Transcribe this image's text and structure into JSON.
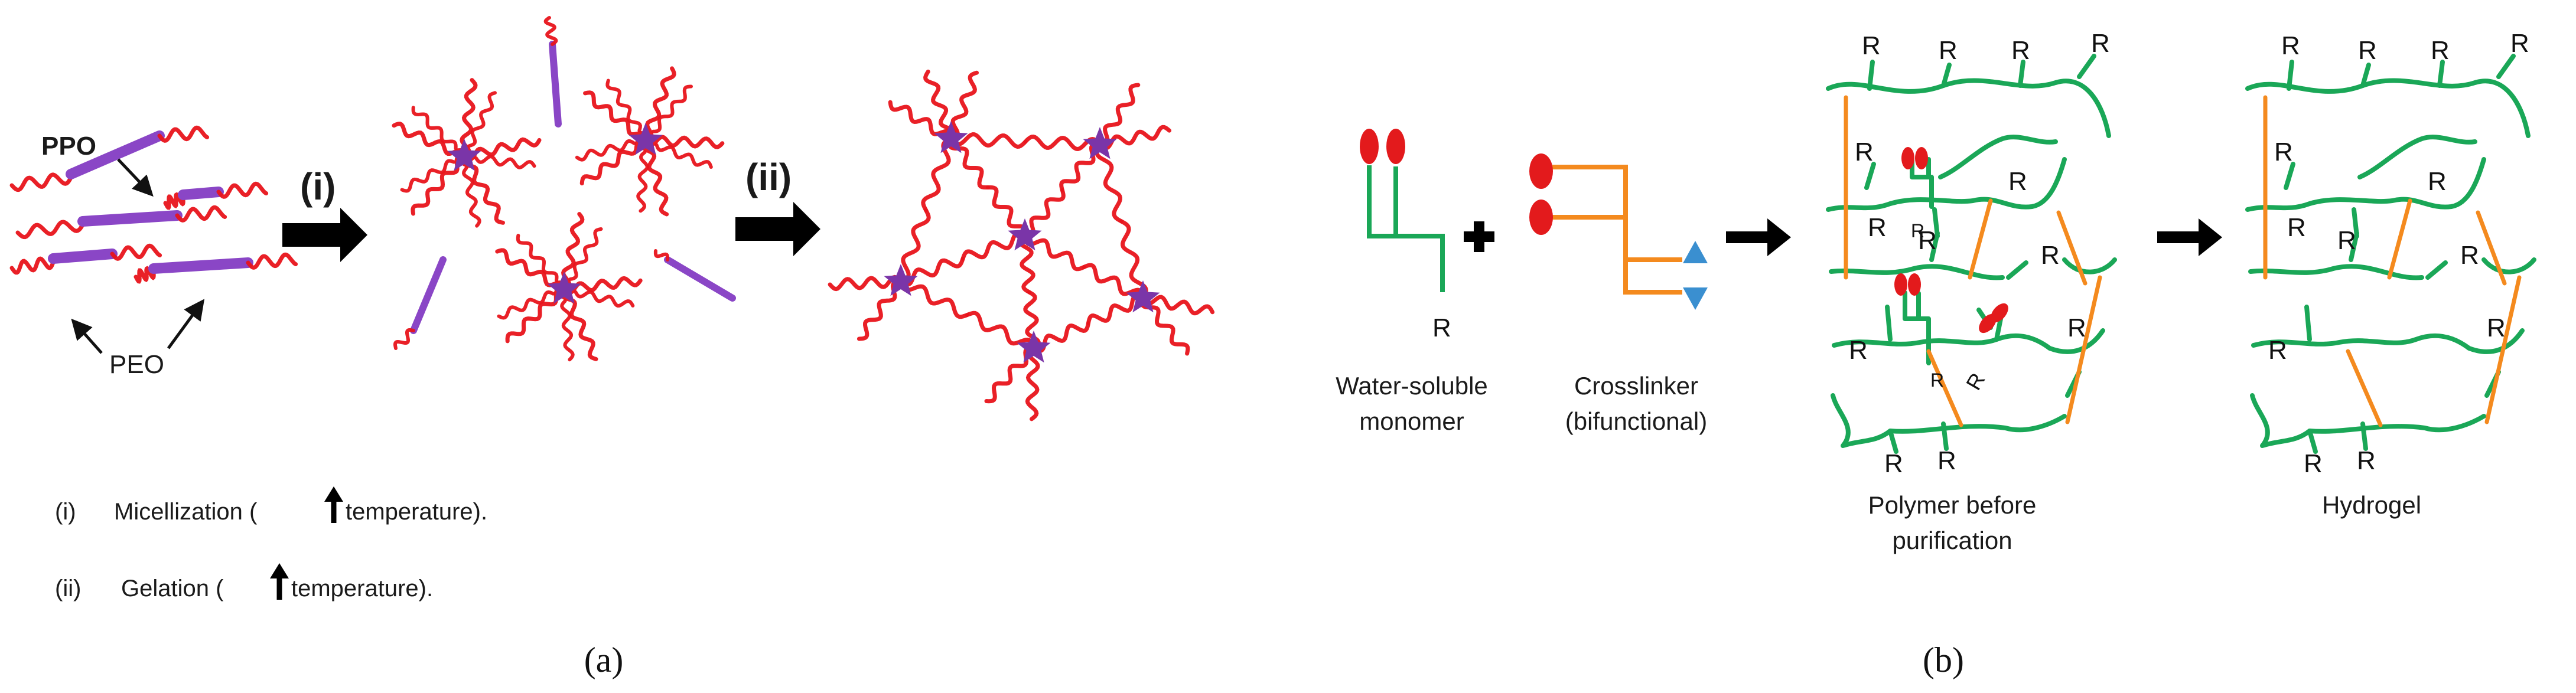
{
  "panel_a": {
    "ppo_label": "PPO",
    "peo_label": "PEO",
    "step_i": "(i)",
    "step_ii": "(ii)",
    "legend": [
      {
        "num": "(i)",
        "pre": "Micellization (",
        "post": "temperature)."
      },
      {
        "num": "(ii)",
        "pre": "Gelation (",
        "post": "temperature)."
      }
    ],
    "caption": "(a)"
  },
  "panel_b": {
    "r_symbol": "R",
    "monomer_label": [
      "Water-soluble",
      "monomer"
    ],
    "crosslinker_label": [
      "Crosslinker",
      "(bifunctional)"
    ],
    "polymer_label": [
      "Polymer before",
      "purification"
    ],
    "hydrogel_label": "Hydrogel",
    "caption": "(b)"
  },
  "colors": {
    "peo_red": "#e8141b",
    "ppo_purple": "#8a46c6",
    "star_purple": "#7a35a8",
    "chain_green": "#1aa757",
    "crosslink_orange": "#f48a1e",
    "vinyl_red": "#e31a1c",
    "triangle_blue": "#3a8fd0",
    "arrow_black": "#000000"
  }
}
